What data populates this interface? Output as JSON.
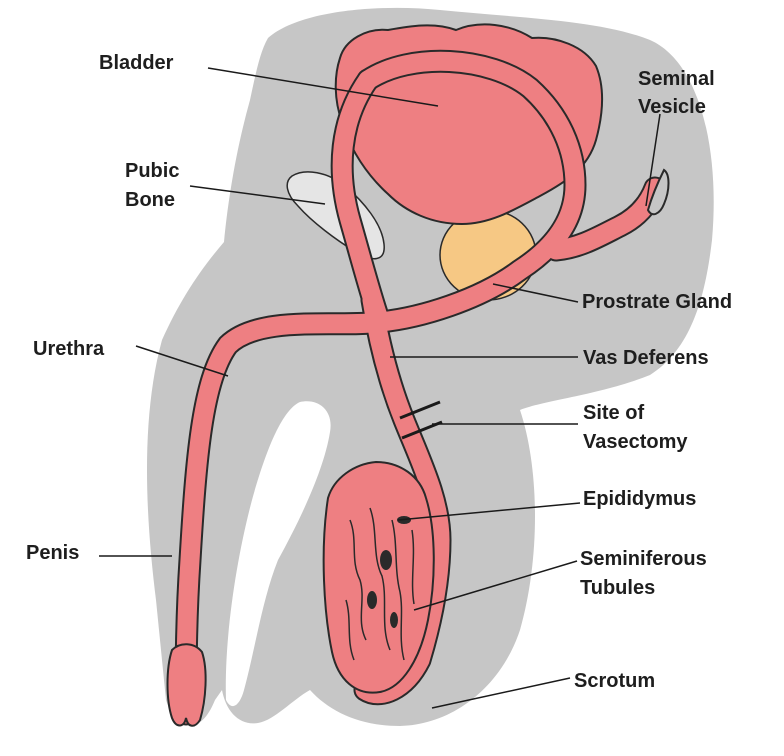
{
  "diagram": {
    "labels": {
      "bladder": "Bladder",
      "seminal_vesicle_1": "Seminal",
      "seminal_vesicle_2": "Vesicle",
      "pubic_bone_1": "Pubic",
      "pubic_bone_2": "Bone",
      "prostate_gland": "Prostrate Gland",
      "urethra": "Urethra",
      "vas_deferens": "Vas Deferens",
      "site_vasectomy_1": "Site of",
      "site_vasectomy_2": "Vasectomy",
      "epididymus": "Epididymus",
      "penis": "Penis",
      "seminiferous_tubules_1": "Seminiferous",
      "seminiferous_tubules_2": "Tubules",
      "scrotum": "Scrotum"
    },
    "colors": {
      "body": "#c6c6c6",
      "tissue": "#ee7f82",
      "outline": "#2a2a2a",
      "bone": "#e5e5e5",
      "prostate": "#f6c884",
      "leader": "#1a1a1a"
    }
  }
}
